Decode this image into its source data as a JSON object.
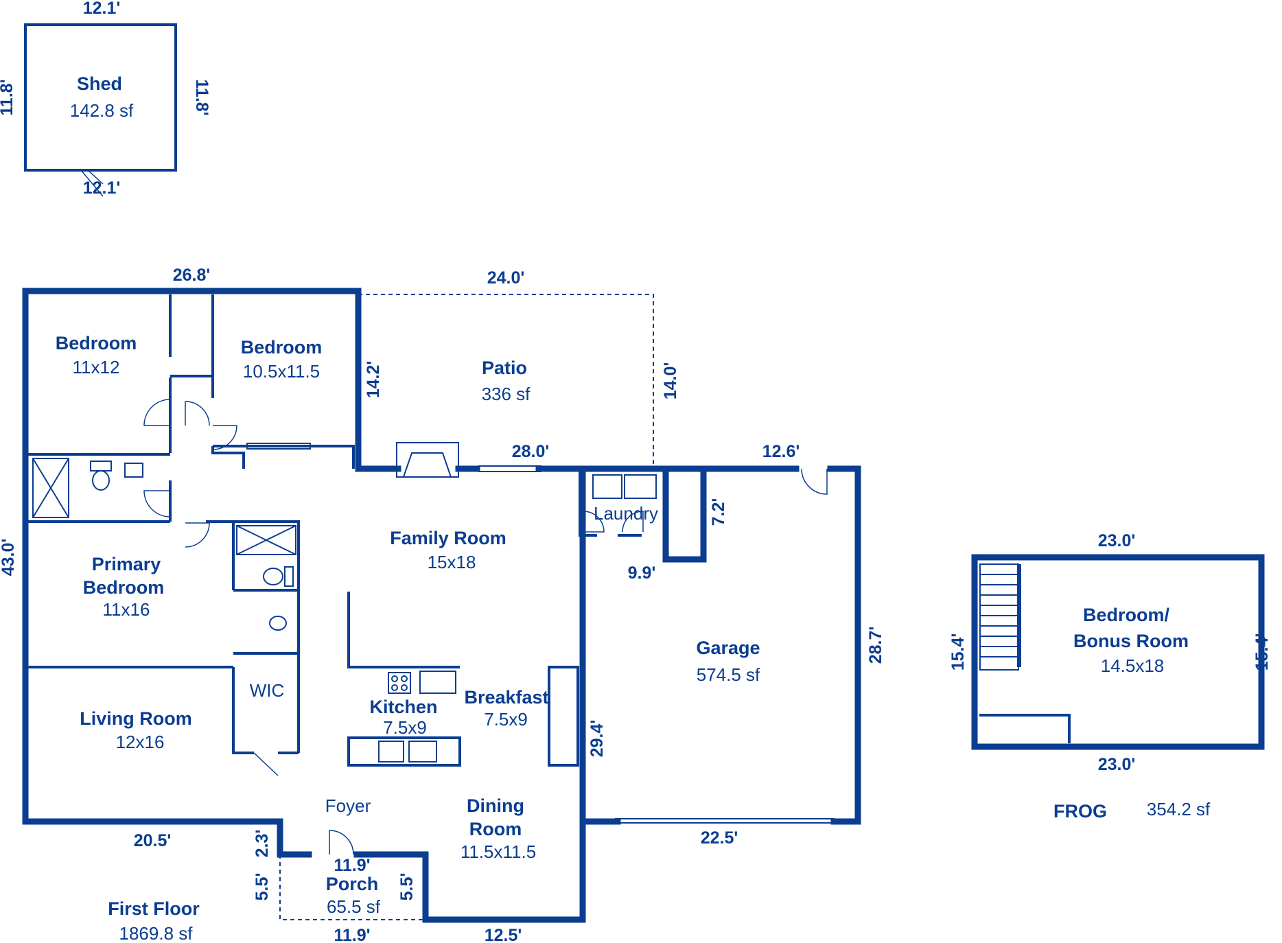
{
  "shed": {
    "name": "Shed",
    "area": "142.8 sf",
    "dim_top": "12.1'",
    "dim_bottom": "12.1'",
    "dim_left": "11.8'",
    "dim_right": "11.8'"
  },
  "first_floor": {
    "label": "First Floor",
    "area": "1869.8 sf",
    "rooms": {
      "bedroom1": {
        "name": "Bedroom",
        "size": "11x12"
      },
      "bedroom2": {
        "name": "Bedroom",
        "size": "10.5x11.5"
      },
      "patio": {
        "name": "Patio",
        "area": "336 sf"
      },
      "family_room": {
        "name": "Family Room",
        "size": "15x18"
      },
      "primary_bedroom": {
        "name_line1": "Primary",
        "name_line2": "Bedroom",
        "size": "11x16"
      },
      "laundry": {
        "name": "Laundry"
      },
      "wic": {
        "name": "WIC"
      },
      "living_room": {
        "name": "Living Room",
        "size": "12x16"
      },
      "kitchen": {
        "name": "Kitchen",
        "size": "7.5x9"
      },
      "breakfast": {
        "name": "Breakfast",
        "size": "7.5x9"
      },
      "garage": {
        "name": "Garage",
        "area": "574.5 sf"
      },
      "foyer": {
        "name": "Foyer"
      },
      "dining_room": {
        "name_line1": "Dining",
        "name_line2": "Room",
        "size": "11.5x11.5"
      },
      "porch": {
        "name": "Porch",
        "area": "65.5 sf"
      }
    },
    "dims": {
      "top_house": "26.8'",
      "patio_top": "24.0'",
      "patio_left": "14.2'",
      "patio_right": "14.0'",
      "patio_bottom": "28.0'",
      "garage_top": "12.6'",
      "laundry_right": "7.2'",
      "laundry_bottom": "9.9'",
      "left": "43.0'",
      "garage_right": "28.7'",
      "garage_left": "29.4'",
      "garage_bottom": "22.5'",
      "bottom_left": "20.5'",
      "porch_step": "2.3'",
      "porch_top": "11.9'",
      "porch_left": "5.5'",
      "porch_right": "5.5'",
      "porch_bottom": "11.9'",
      "bottom_right": "12.5'"
    }
  },
  "frog": {
    "room_line1": "Bedroom/",
    "room_line2": "Bonus Room",
    "size": "14.5x18",
    "dim_top": "23.0'",
    "dim_bottom": "23.0'",
    "dim_left": "15.4'",
    "dim_right": "15.4'",
    "label": "FROG",
    "area": "354.2 sf"
  },
  "colors": {
    "wall": "#0b3d91",
    "background": "#ffffff"
  }
}
